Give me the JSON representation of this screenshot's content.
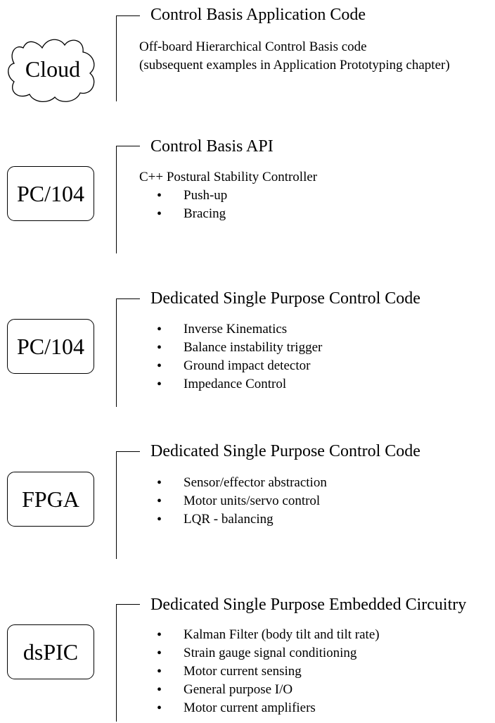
{
  "layers": [
    {
      "node": "Cloud",
      "heading": "Control Basis Application Code",
      "description": [
        "Off-board Hierarchical Control Basis code",
        "(subsequent examples in Application Prototyping chapter)"
      ],
      "bullets": []
    },
    {
      "node": "PC/104",
      "heading": "Control Basis API",
      "description": [
        "C++ Postural Stability Controller"
      ],
      "bullets": [
        "Push-up",
        "Bracing"
      ]
    },
    {
      "node": "PC/104",
      "heading": "Dedicated Single Purpose Control Code",
      "description": [],
      "bullets": [
        "Inverse Kinematics",
        "Balance instability trigger",
        "Ground impact detector",
        "Impedance Control"
      ]
    },
    {
      "node": "FPGA",
      "heading": "Dedicated Single Purpose Control Code",
      "description": [],
      "bullets": [
        "Sensor/effector abstraction",
        "Motor units/servo control",
        "LQR - balancing"
      ]
    },
    {
      "node": "dsPIC",
      "heading": "Dedicated Single Purpose Embedded Circuitry",
      "description": [],
      "bullets": [
        "Kalman Filter (body tilt and tilt rate)",
        "Strain gauge signal conditioning",
        "Motor current sensing",
        "General purpose I/O",
        "Motor current amplifiers"
      ]
    }
  ]
}
